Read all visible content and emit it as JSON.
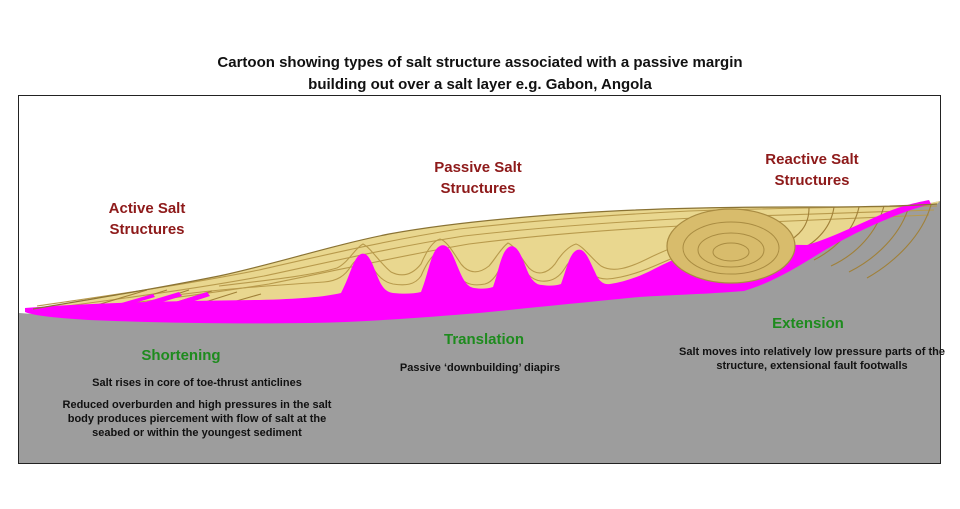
{
  "title": {
    "line1": "Cartoon showing types of salt structure associated with a passive margin",
    "line2": "building out over a salt layer e.g. Gabon, Angola"
  },
  "zones": {
    "active": {
      "line1": "Active Salt",
      "line2": "Structures"
    },
    "passive": {
      "line1": "Passive Salt",
      "line2": "Structures"
    },
    "reactive": {
      "line1": "Reactive Salt",
      "line2": "Structures"
    }
  },
  "processes": {
    "shortening": {
      "label": "Shortening",
      "note1": "Salt rises in core of toe-thrust anticlines",
      "note2": "Reduced overburden and high pressures in the salt body produces piercement with flow of salt at the seabed or within the youngest sediment"
    },
    "translation": {
      "label": "Translation",
      "note1": "Passive ‘downbuilding’ diapirs"
    },
    "extension": {
      "label": "Extension",
      "note1": "Salt moves into relatively low pressure parts of the structure, extensional fault footwalls"
    }
  },
  "colors": {
    "salt_magenta": "#ff00ff",
    "sediment_tan": "#e9d78f",
    "sediment_lens": "#d8bc6c",
    "bedding_line": "#b89a4c",
    "fault_line": "#a08038",
    "surface_line": "#8a7334",
    "basement_gray": "#9d9d9d",
    "heading_red": "#8e1a1a",
    "process_green": "#1e8b1e"
  }
}
